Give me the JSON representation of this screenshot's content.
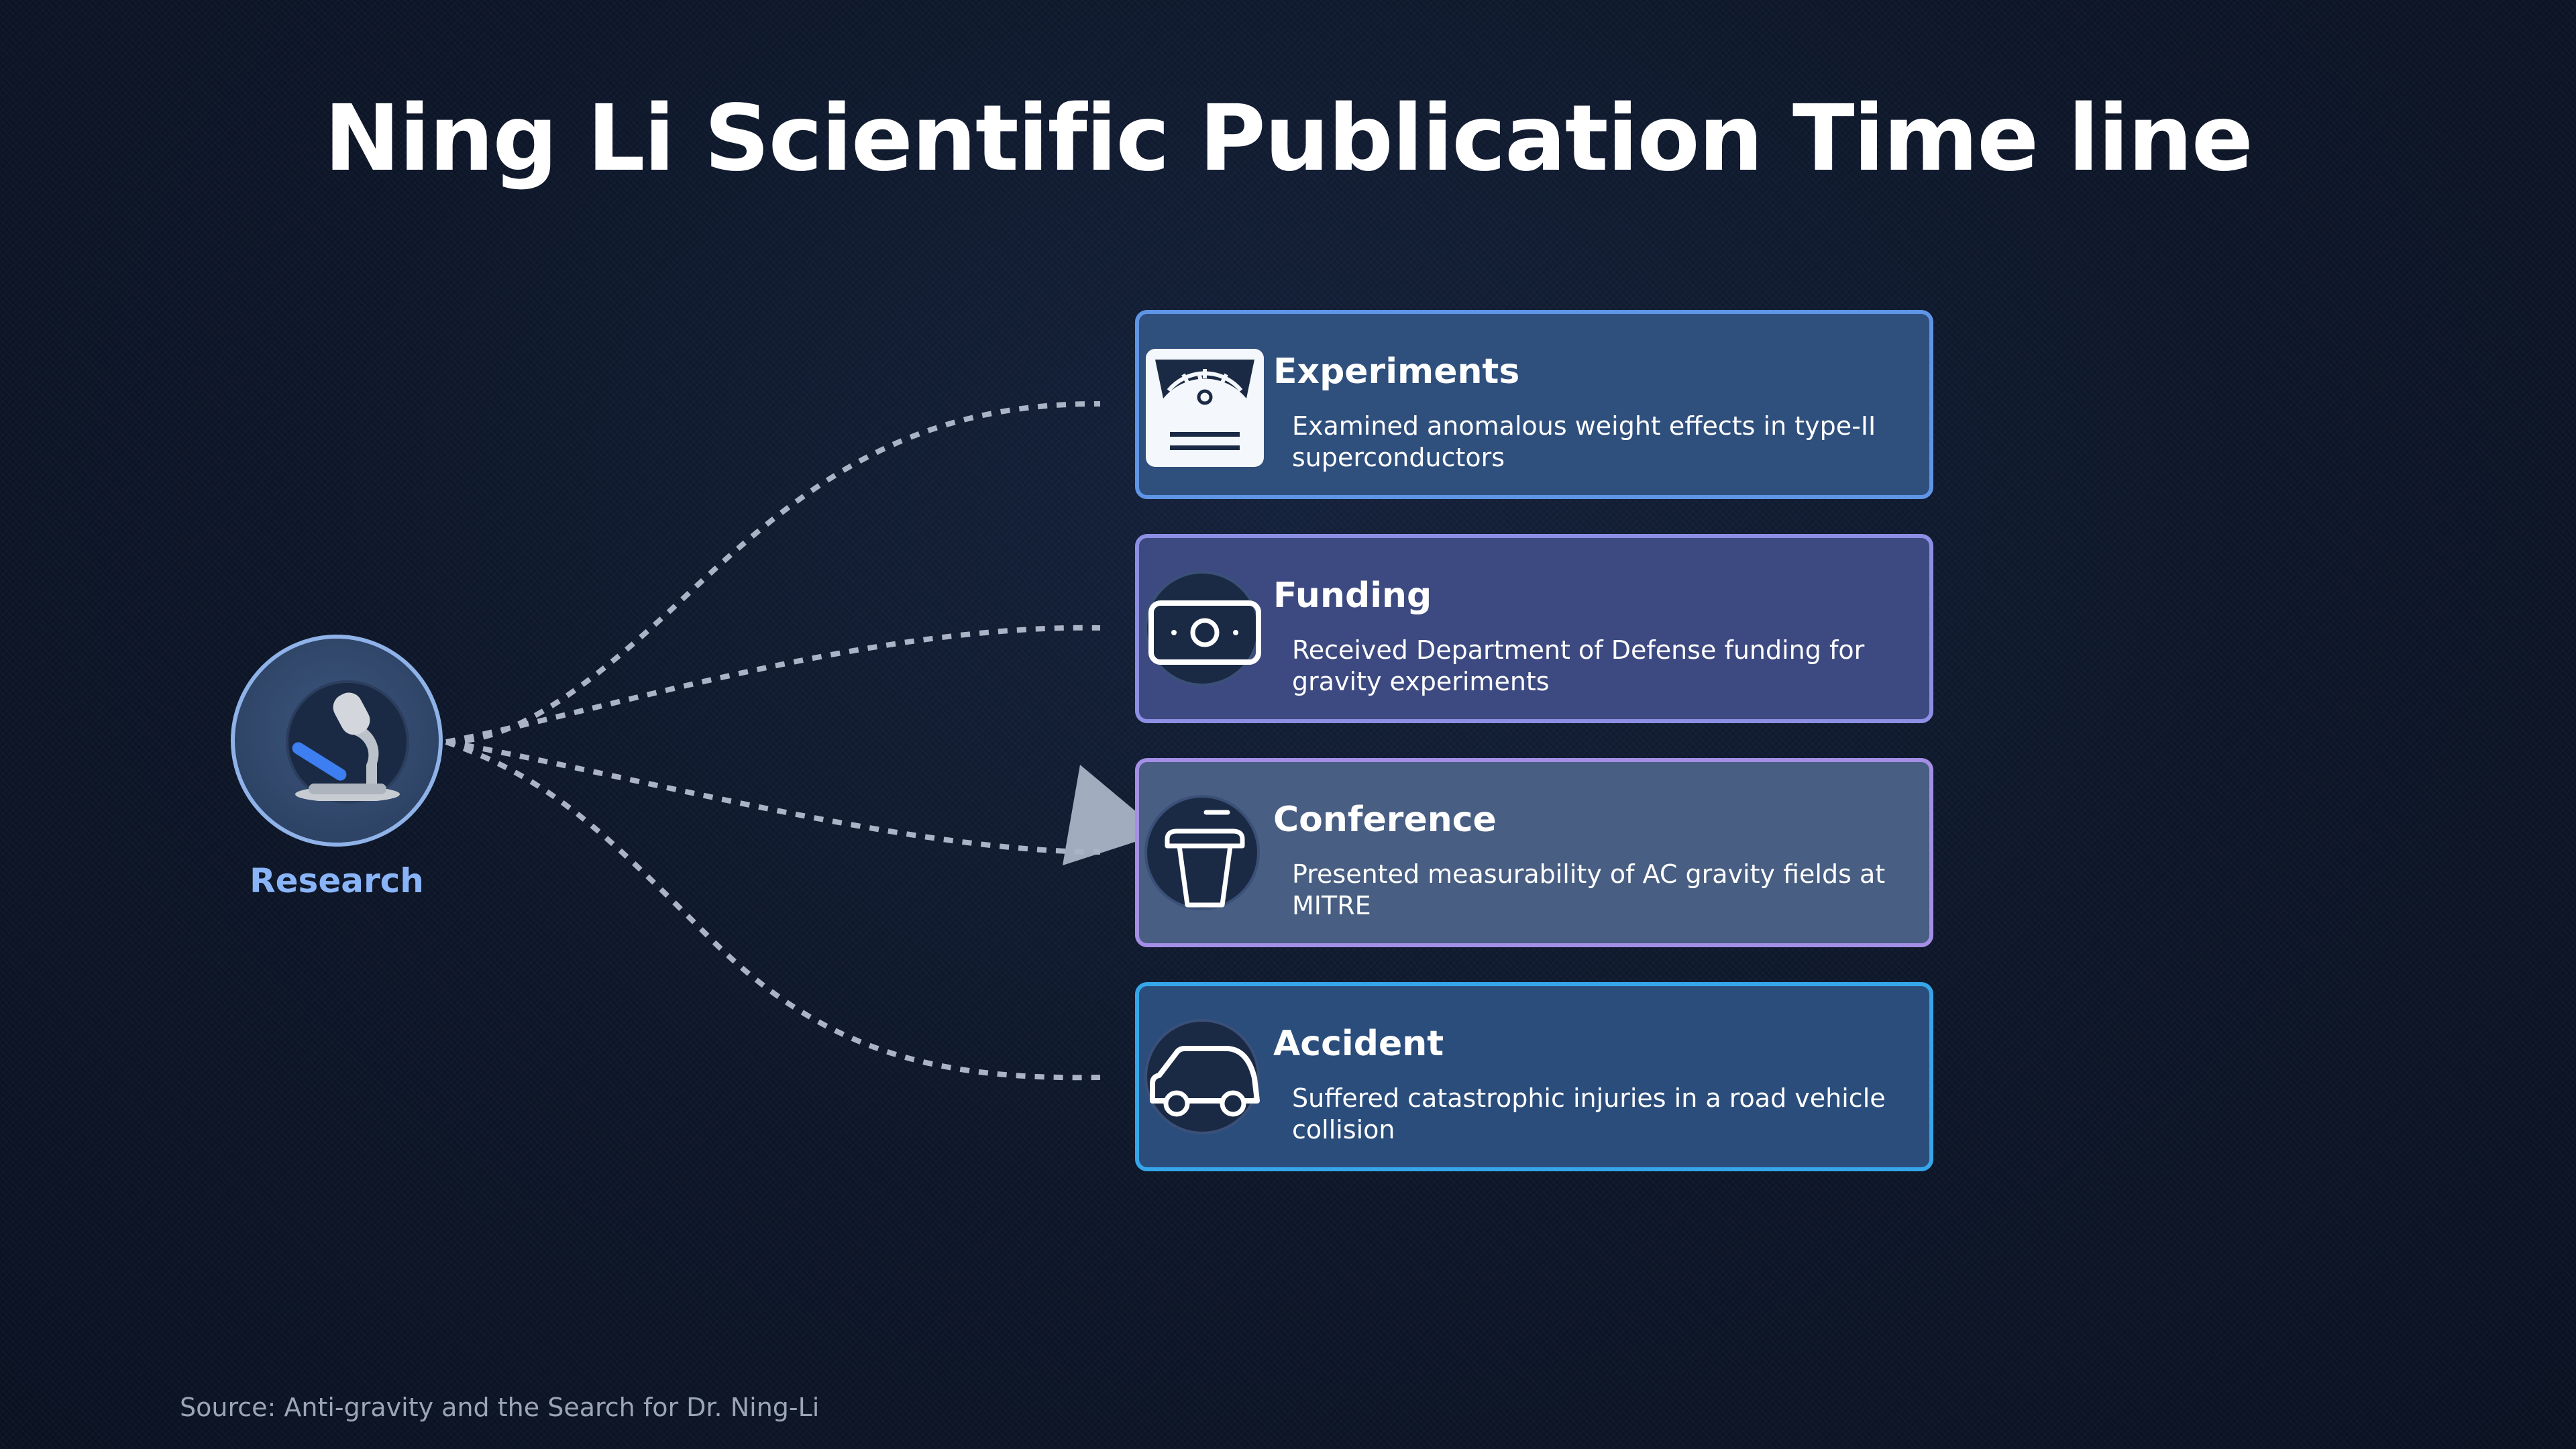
{
  "title": "Ning Li Scientific Publication Time line",
  "hub": {
    "label": "Research",
    "icon": "microscope-icon"
  },
  "items": [
    {
      "title": "Experiments",
      "description": "Examined anomalous weight effects in type-II superconductors",
      "icon": "weighing-scale-icon"
    },
    {
      "title": "Funding",
      "description": "Received Department of Defense funding for gravity experiments",
      "icon": "banknote-icon"
    },
    {
      "title": "Conference",
      "description": "Presented measurability of AC gravity fields at MITRE",
      "icon": "podium-icon"
    },
    {
      "title": "Accident",
      "description": "Suffered catastrophic injuries in a road vehicle collision",
      "icon": "car-icon"
    }
  ],
  "source": "Source: Anti-gravity and the Search for Dr. Ning-Li",
  "colors": {
    "background": "#0d1628",
    "hub_border": "#8fb3e8",
    "hub_label": "#8ab4f8",
    "connector": "#aab4c6",
    "card_experiments": "#2f4f7d",
    "card_funding": "#3d4a81",
    "card_conference": "#485e82",
    "card_accident": "#2b4d7c"
  }
}
